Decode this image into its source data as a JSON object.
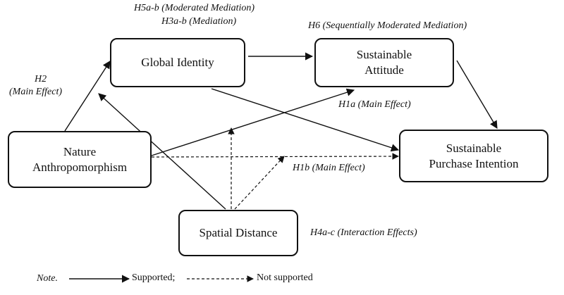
{
  "nodes": {
    "global_identity": "Global Identity",
    "sustainable_attitude": [
      "Sustainable",
      "Attitude"
    ],
    "nature_anthropomorphism": [
      "Nature",
      "Anthropomorphism"
    ],
    "sustainable_purchase_intention": [
      "Sustainable",
      "Purchase Intention"
    ],
    "spatial_distance": "Spatial Distance"
  },
  "labels": {
    "h5": "H5a-b (Moderated Mediation)",
    "h3": "H3a-b (Mediation)",
    "h6": "H6 (Sequentially Moderated Mediation)",
    "h2": [
      "H2",
      "(Main Effect)"
    ],
    "h1a": "H1a (Main Effect)",
    "h1b": "H1b (Main Effect)",
    "h4": "H4a-c (Interaction Effects)"
  },
  "legend": {
    "note": "Note.",
    "supported": "Supported;",
    "not_supported": "Not supported"
  },
  "colors": {
    "ink": "#111111",
    "background": "#ffffff"
  }
}
